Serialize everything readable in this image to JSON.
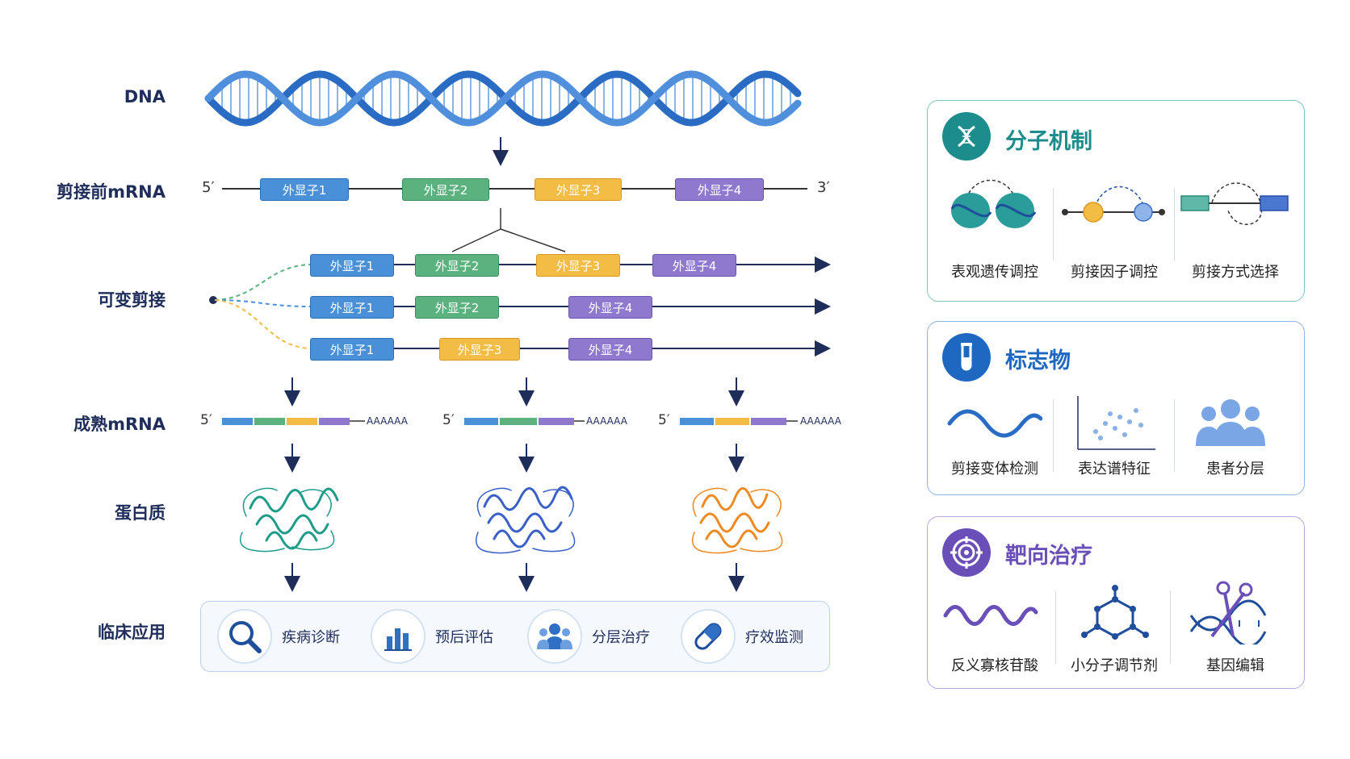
{
  "rows": {
    "dna": "DNA",
    "pre_mrna": "剪接前mRNA",
    "alt_splicing": "可变剪接",
    "mature_mrna": "成熟mRNA",
    "protein": "蛋白质",
    "clinical": "临床应用"
  },
  "primes": {
    "five": "5′",
    "three": "3′"
  },
  "exons": {
    "e1": "外显子1",
    "e2": "外显子2",
    "e3": "外显子3",
    "e4": "外显子4"
  },
  "poly_a": "AAAAAA",
  "clinical_items": [
    "疾病诊断",
    "预后评估",
    "分层治疗",
    "疗效监测"
  ],
  "panels": {
    "mechanism": {
      "title": "分子机制",
      "items": [
        "表观遗传调控",
        "剪接因子调控",
        "剪接方式选择"
      ]
    },
    "biomarker": {
      "title": "标志物",
      "items": [
        "剪接变体检测",
        "表达谱特征",
        "患者分层"
      ]
    },
    "therapy": {
      "title": "靶向治疗",
      "items": [
        "反义寡核苷酸",
        "小分子调节剂",
        "基因编辑"
      ]
    }
  },
  "colors": {
    "exon1": "#4a90d9",
    "exon2": "#5cb27f",
    "exon3": "#f3bc45",
    "exon4": "#8f79cf",
    "mechanism": "#1c8c8c",
    "biomarker": "#1f68c2",
    "therapy": "#6a4fb8"
  }
}
